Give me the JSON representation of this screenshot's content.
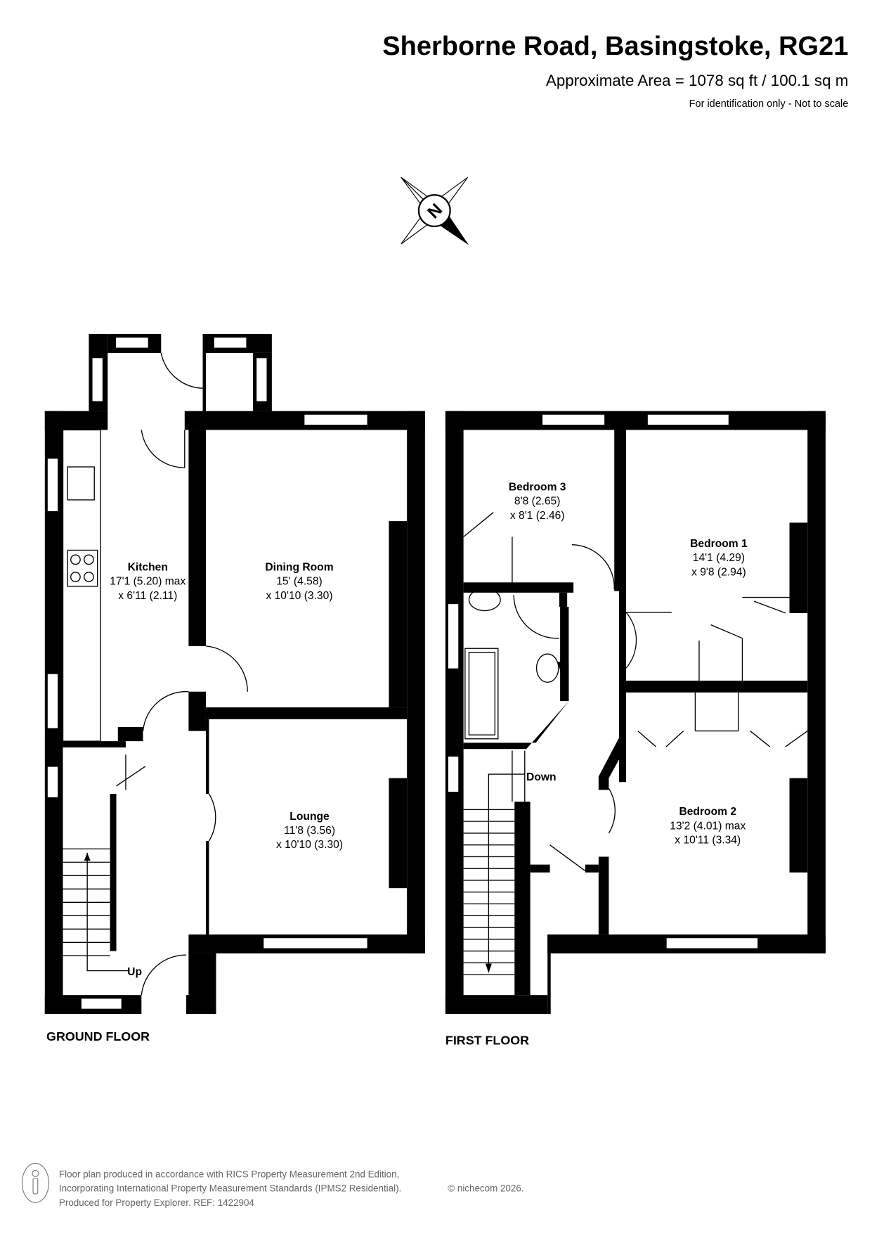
{
  "header": {
    "title": "Sherborne Road, Basingstoke, RG21",
    "area": "Approximate Area = 1078 sq ft / 100.1 sq m",
    "disclaimer": "For identification only - Not to scale"
  },
  "compass": {
    "label": "N"
  },
  "ground_floor": {
    "label": "GROUND FLOOR",
    "rooms": [
      {
        "name": "Kitchen",
        "dim1": "17'1 (5.20) max",
        "dim2": "x 6'11 (2.11)"
      },
      {
        "name": "Dining Room",
        "dim1": "15' (4.58)",
        "dim2": "x 10'10 (3.30)"
      },
      {
        "name": "Lounge",
        "dim1": "11'8 (3.56)",
        "dim2": "x 10'10 (3.30)"
      }
    ],
    "stairs_label": "Up"
  },
  "first_floor": {
    "label": "FIRST FLOOR",
    "rooms": [
      {
        "name": "Bedroom 3",
        "dim1": "8'8 (2.65)",
        "dim2": "x 8'1 (2.46)"
      },
      {
        "name": "Bedroom 1",
        "dim1": "14'1 (4.29)",
        "dim2": "x 9'8 (2.94)"
      },
      {
        "name": "Bedroom 2",
        "dim1": "13'2 (4.01) max",
        "dim2": "x 10'11 (3.34)"
      }
    ],
    "stairs_label": "Down"
  },
  "footer": {
    "line1": "Floor plan produced in accordance with RICS Property Measurement 2nd Edition,",
    "line2": "Incorporating International Property Measurement Standards (IPMS2 Residential).",
    "copyright": "© nichecom 2026.",
    "line3": "Produced for Property Explorer.   REF: 1422904"
  }
}
